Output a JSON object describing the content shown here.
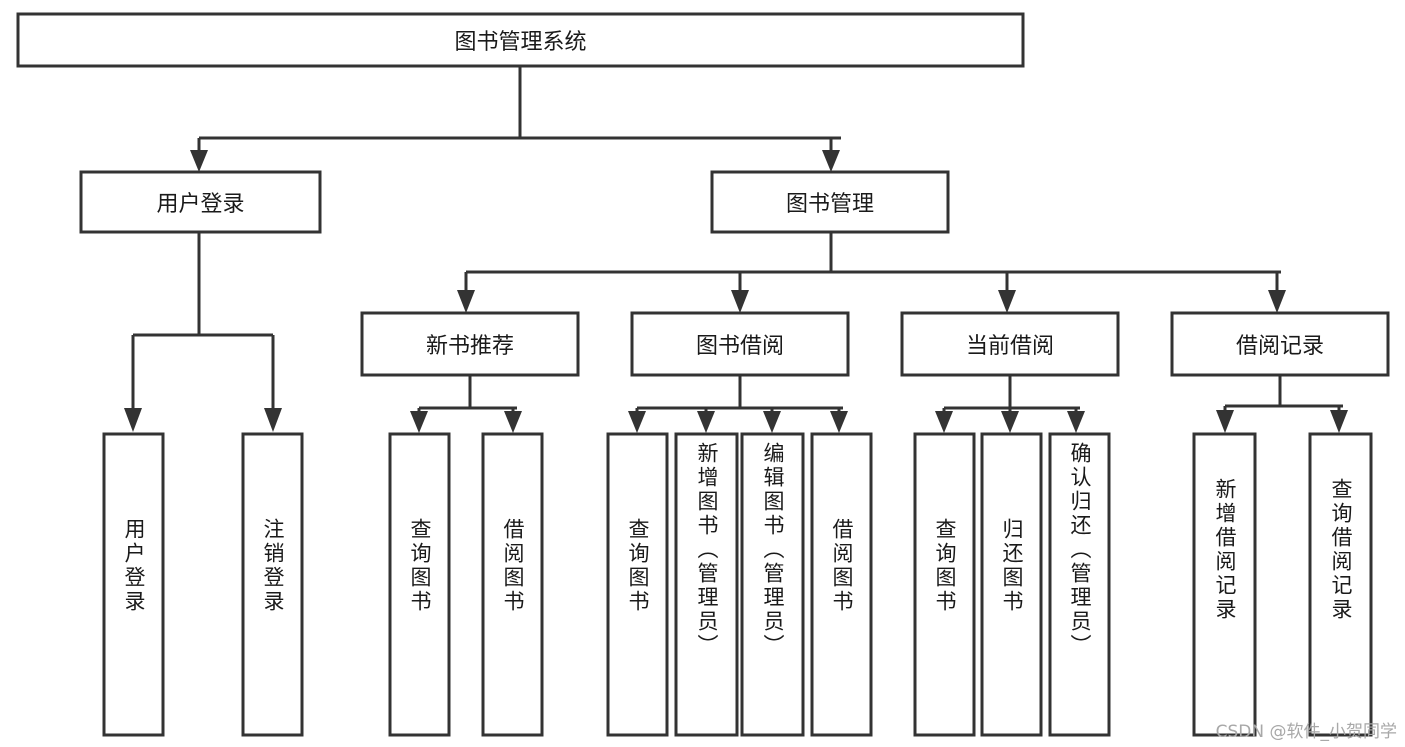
{
  "diagram": {
    "title": "图书管理系统",
    "type": "tree",
    "watermark": "CSDN @软件_小贺同学",
    "colors": {
      "stroke": "#333333",
      "fill": "#ffffff",
      "text": "#1a1a1a",
      "watermark": "#a8a8a8"
    },
    "nodes": {
      "root": {
        "label": "图书管理系统",
        "level": 1,
        "orientation": "horizontal"
      },
      "user_login": {
        "label": "用户登录",
        "level": 2,
        "orientation": "horizontal"
      },
      "book_manage": {
        "label": "图书管理",
        "level": 2,
        "orientation": "horizontal"
      },
      "new_book_rec": {
        "label": "新书推荐",
        "level": 3,
        "orientation": "horizontal"
      },
      "book_borrow": {
        "label": "图书借阅",
        "level": 3,
        "orientation": "horizontal"
      },
      "current_borrow": {
        "label": "当前借阅",
        "level": 3,
        "orientation": "horizontal"
      },
      "borrow_record": {
        "label": "借阅记录",
        "level": 3,
        "orientation": "horizontal"
      },
      "leaf_user_login": {
        "label": "用户登录",
        "level": 3,
        "orientation": "vertical"
      },
      "leaf_logout": {
        "label": "注销登录",
        "level": 3,
        "orientation": "vertical"
      },
      "leaf_query_book_1": {
        "label": "查询图书",
        "level": 4,
        "orientation": "vertical"
      },
      "leaf_borrow_book_1": {
        "label": "借阅图书",
        "level": 4,
        "orientation": "vertical"
      },
      "leaf_query_book_2": {
        "label": "查询图书",
        "level": 4,
        "orientation": "vertical"
      },
      "leaf_add_book": {
        "label": "新增图书（管理员）",
        "level": 4,
        "orientation": "vertical"
      },
      "leaf_edit_book": {
        "label": "编辑图书（管理员）",
        "level": 4,
        "orientation": "vertical"
      },
      "leaf_borrow_book_2": {
        "label": "借阅图书",
        "level": 4,
        "orientation": "vertical"
      },
      "leaf_query_book_3": {
        "label": "查询图书",
        "level": 4,
        "orientation": "vertical"
      },
      "leaf_return_book": {
        "label": "归还图书",
        "level": 4,
        "orientation": "vertical"
      },
      "leaf_confirm_return": {
        "label": "确认归还（管理员）",
        "level": 4,
        "orientation": "vertical"
      },
      "leaf_add_record": {
        "label": "新增借阅记录",
        "level": 4,
        "orientation": "vertical"
      },
      "leaf_query_record": {
        "label": "查询借阅记录",
        "level": 4,
        "orientation": "vertical"
      }
    },
    "edges": [
      {
        "from": "root",
        "to": "user_login"
      },
      {
        "from": "root",
        "to": "book_manage"
      },
      {
        "from": "user_login",
        "to": "leaf_user_login"
      },
      {
        "from": "user_login",
        "to": "leaf_logout"
      },
      {
        "from": "book_manage",
        "to": "new_book_rec"
      },
      {
        "from": "book_manage",
        "to": "book_borrow"
      },
      {
        "from": "book_manage",
        "to": "current_borrow"
      },
      {
        "from": "book_manage",
        "to": "borrow_record"
      },
      {
        "from": "new_book_rec",
        "to": "leaf_query_book_1"
      },
      {
        "from": "new_book_rec",
        "to": "leaf_borrow_book_1"
      },
      {
        "from": "book_borrow",
        "to": "leaf_query_book_2"
      },
      {
        "from": "book_borrow",
        "to": "leaf_add_book"
      },
      {
        "from": "book_borrow",
        "to": "leaf_edit_book"
      },
      {
        "from": "book_borrow",
        "to": "leaf_borrow_book_2"
      },
      {
        "from": "current_borrow",
        "to": "leaf_query_book_3"
      },
      {
        "from": "current_borrow",
        "to": "leaf_return_book"
      },
      {
        "from": "current_borrow",
        "to": "leaf_confirm_return"
      },
      {
        "from": "borrow_record",
        "to": "leaf_add_record"
      },
      {
        "from": "borrow_record",
        "to": "leaf_query_record"
      }
    ]
  }
}
